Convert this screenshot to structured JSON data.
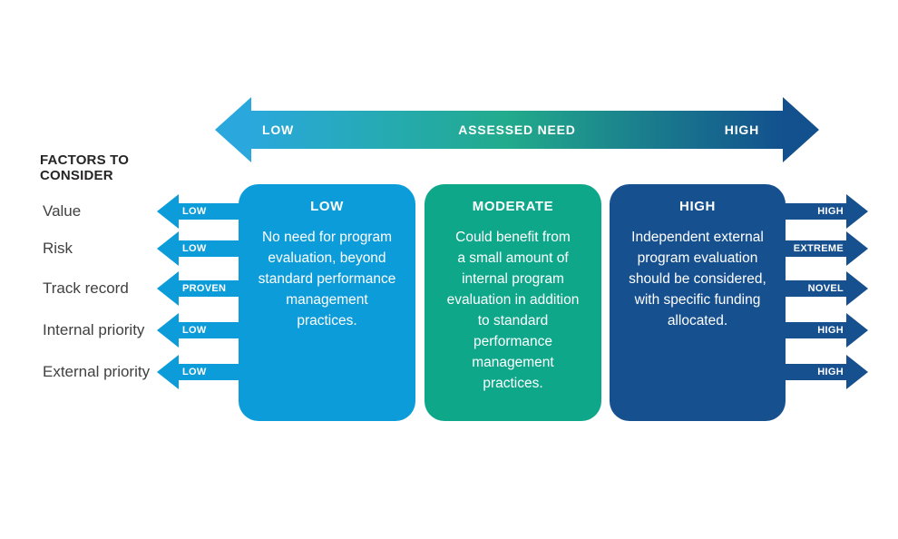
{
  "palette": {
    "light_blue": "#0D9CDA",
    "teal_green": "#0EA78A",
    "dark_blue": "#17508F",
    "gradient_left": "#2AA8DD",
    "gradient_mid": "#22AB8C",
    "gradient_right": "#12508E",
    "title_text": "#262425",
    "factor_text": "#414042"
  },
  "top_arrow": {
    "left_label": "LOW",
    "center_label": "ASSESSED NEED",
    "right_label": "HIGH"
  },
  "factors": {
    "title": "FACTORS TO\nCONSIDER",
    "rows": [
      {
        "label": "Value",
        "left": "LOW",
        "right": "HIGH"
      },
      {
        "label": "Risk",
        "left": "LOW",
        "right": "EXTREME"
      },
      {
        "label": "Track record",
        "left": "PROVEN",
        "right": "NOVEL"
      },
      {
        "label": "Internal priority",
        "left": "LOW",
        "right": "HIGH"
      },
      {
        "label": "External priority",
        "left": "LOW",
        "right": "HIGH"
      }
    ]
  },
  "columns": [
    {
      "header": "LOW",
      "body": "No need for program\nevaluation, beyond\nstandard performance\nmanagement\npractices."
    },
    {
      "header": "MODERATE",
      "body": "Could benefit from\na small amount of\ninternal program\nevaluation in addition\nto standard\nperformance\nmanagement\npractices."
    },
    {
      "header": "HIGH",
      "body": "Independent external\nprogram evaluation\nshould be considered,\nwith specific funding\nallocated."
    }
  ]
}
